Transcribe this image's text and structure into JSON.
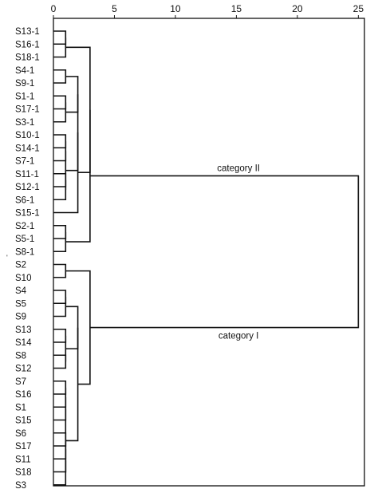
{
  "chart_data": {
    "type": "dendrogram",
    "title": "",
    "xlabel": "",
    "ylabel": "",
    "xlim": [
      0,
      25.5
    ],
    "x_ticks": [
      0,
      5,
      10,
      15,
      20,
      25
    ],
    "axis_position": "top",
    "frame": true,
    "grid": false,
    "colors": {
      "line": "#111111",
      "frame": "#111111"
    },
    "leaves": [
      "S13-1",
      "S16-1",
      "S18-1",
      "S4-1",
      "S9-1",
      "S1-1",
      "S17-1",
      "S3-1",
      "S10-1",
      "S14-1",
      "S7-1",
      "S11-1",
      "S12-1",
      "S6-1",
      "S15-1",
      "S2-1",
      "S5-1",
      "S8-1",
      "S2",
      "S10",
      "S4",
      "S5",
      "S9",
      "S13",
      "S14",
      "S8",
      "S12",
      "S7",
      "S16",
      "S1",
      "S15",
      "S6",
      "S17",
      "S11",
      "S18",
      "S3"
    ],
    "merges": [
      {
        "a": "S13-1",
        "b": "S16-1",
        "height": 1.0,
        "id": "A1"
      },
      {
        "a": "A1",
        "b": "S18-1",
        "height": 1.0,
        "id": "A"
      },
      {
        "a": "S1-1",
        "b": "S17-1",
        "height": 1.0,
        "id": "B1"
      },
      {
        "a": "B1",
        "b": "S3-1",
        "height": 1.0,
        "id": "B2"
      },
      {
        "a": "S4-1",
        "b": "S9-1",
        "height": 1.0,
        "id": "B3"
      },
      {
        "a": "B3",
        "b": "B2",
        "height": 2.0,
        "id": "B"
      },
      {
        "a": "S10-1",
        "b": "S14-1",
        "height": 1.0,
        "id": "C1"
      },
      {
        "a": "C1",
        "b": "S7-1",
        "height": 1.0,
        "id": "C2"
      },
      {
        "a": "S11-1",
        "b": "S12-1",
        "height": 1.0,
        "id": "C3"
      },
      {
        "a": "C3",
        "b": "S6-1",
        "height": 1.0,
        "id": "C4"
      },
      {
        "a": "C2",
        "b": "C4",
        "height": 1.0,
        "id": "C"
      },
      {
        "a": "B",
        "b": "C",
        "height": 2.0,
        "id": "BC"
      },
      {
        "a": "BC",
        "b": "S15-1",
        "height": 2.0,
        "id": "BCD"
      },
      {
        "a": "S2-1",
        "b": "S5-1",
        "height": 1.0,
        "id": "E1"
      },
      {
        "a": "E1",
        "b": "S8-1",
        "height": 1.0,
        "id": "E"
      },
      {
        "a": "A",
        "b": "BCD",
        "height": 3.0,
        "id": "AB"
      },
      {
        "a": "AB",
        "b": "E",
        "height": 3.0,
        "id": "II"
      },
      {
        "a": "S2",
        "b": "S10",
        "height": 1.0,
        "id": "F"
      },
      {
        "a": "S4",
        "b": "S5",
        "height": 1.0,
        "id": "G1"
      },
      {
        "a": "G1",
        "b": "S9",
        "height": 1.0,
        "id": "G"
      },
      {
        "a": "S13",
        "b": "S14",
        "height": 1.0,
        "id": "H1"
      },
      {
        "a": "S8",
        "b": "S12",
        "height": 1.0,
        "id": "H2"
      },
      {
        "a": "H1",
        "b": "H2",
        "height": 1.0,
        "id": "H"
      },
      {
        "a": "G",
        "b": "H",
        "height": 2.0,
        "id": "GH"
      },
      {
        "a": "S7",
        "b": "S16",
        "height": 1.0,
        "id": "J1"
      },
      {
        "a": "J1",
        "b": "S1",
        "height": 1.0,
        "id": "J2"
      },
      {
        "a": "J2",
        "b": "S15",
        "height": 1.0,
        "id": "J3"
      },
      {
        "a": "S6",
        "b": "S17",
        "height": 1.0,
        "id": "J4"
      },
      {
        "a": "J4",
        "b": "S11",
        "height": 1.0,
        "id": "J5"
      },
      {
        "a": "J5",
        "b": "S18",
        "height": 1.0,
        "id": "J6"
      },
      {
        "a": "J6",
        "b": "S3",
        "height": 1.0,
        "id": "J7"
      },
      {
        "a": "J3",
        "b": "J7",
        "height": 1.0,
        "id": "J"
      },
      {
        "a": "GH",
        "b": "J",
        "height": 2.0,
        "id": "GHJ"
      },
      {
        "a": "F",
        "b": "GHJ",
        "height": 3.0,
        "id": "I"
      },
      {
        "a": "II",
        "b": "I",
        "height": 25.0,
        "id": "ROOT"
      }
    ],
    "annotations": [
      {
        "text": "category II",
        "cluster": "II"
      },
      {
        "text": "category I",
        "cluster": "I"
      }
    ]
  },
  "stray_mark": "'"
}
